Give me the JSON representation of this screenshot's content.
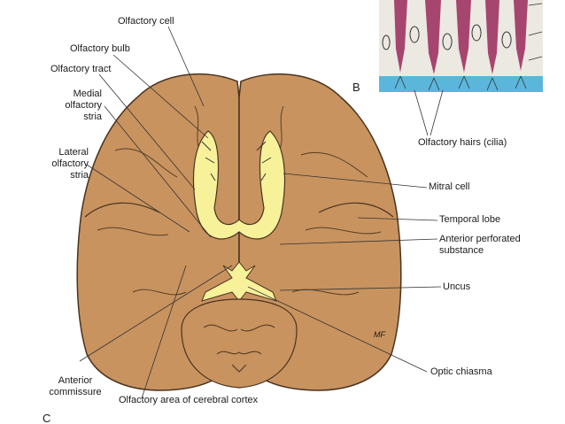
{
  "labels": {
    "olfactory_cell": "Olfactory cell",
    "olfactory_bulb": "Olfactory bulb",
    "olfactory_tract": "Olfactory tract",
    "medial_stria": "Medial\nolfactory\nstria",
    "lateral_stria": "Lateral\nolfactory\nstria",
    "olfactory_hairs": "Olfactory hairs (cilia)",
    "mitral_cell": "Mitral cell",
    "temporal_lobe": "Temporal lobe",
    "anterior_perforated": "Anterior perforated\nsubstance",
    "uncus": "Uncus",
    "optic_chiasma": "Optic chiasma",
    "anterior_commissure": "Anterior\ncommissure",
    "olfactory_area": "Olfactory area of cerebral cortex",
    "panel_b": "B",
    "panel_c": "C",
    "signature": "MF"
  },
  "colors": {
    "brain": "#c8935f",
    "brain_outline": "#4a3320",
    "olfactory_yellow": "#f7f29a",
    "epithelium": "#ece8e2",
    "receptor": "#a6466e",
    "mucus": "#5bb6dc"
  }
}
